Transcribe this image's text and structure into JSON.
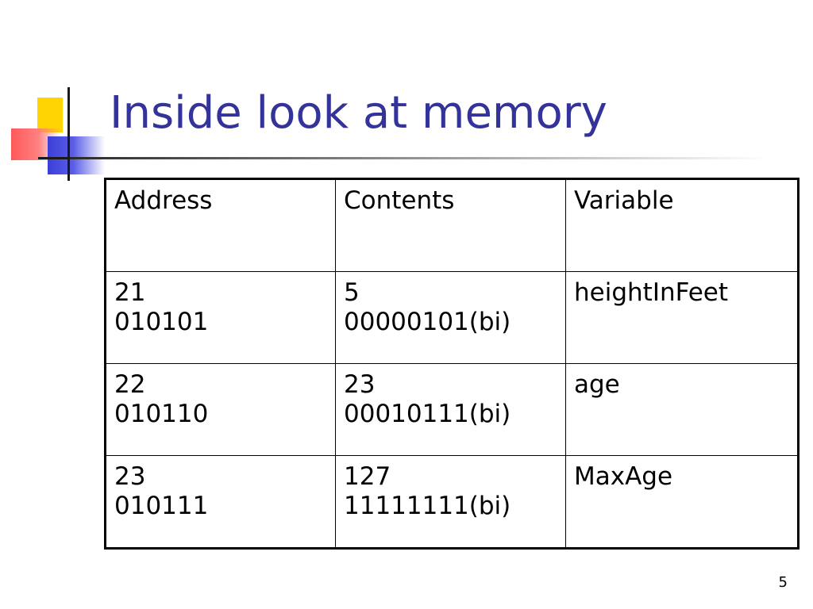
{
  "slide": {
    "title": "Inside look at memory",
    "page_number": "5",
    "title_color": "#333399"
  },
  "table": {
    "headers": [
      "Address",
      "Contents",
      "Variable"
    ],
    "rows": [
      {
        "address": [
          "21",
          "010101"
        ],
        "contents": [
          "5",
          "00000101(bi)"
        ],
        "variable": "heightInFeet"
      },
      {
        "address": [
          "22",
          "010110"
        ],
        "contents": [
          "23",
          "00010111(bi)"
        ],
        "variable": "age"
      },
      {
        "address": [
          "23",
          "010111"
        ],
        "contents": [
          "127",
          "11111111(bi)"
        ],
        "variable": "MaxAge"
      }
    ]
  },
  "decoration": {
    "logo_colors": [
      "#ffd400",
      "#ff5050",
      "#3b3fd8"
    ]
  }
}
